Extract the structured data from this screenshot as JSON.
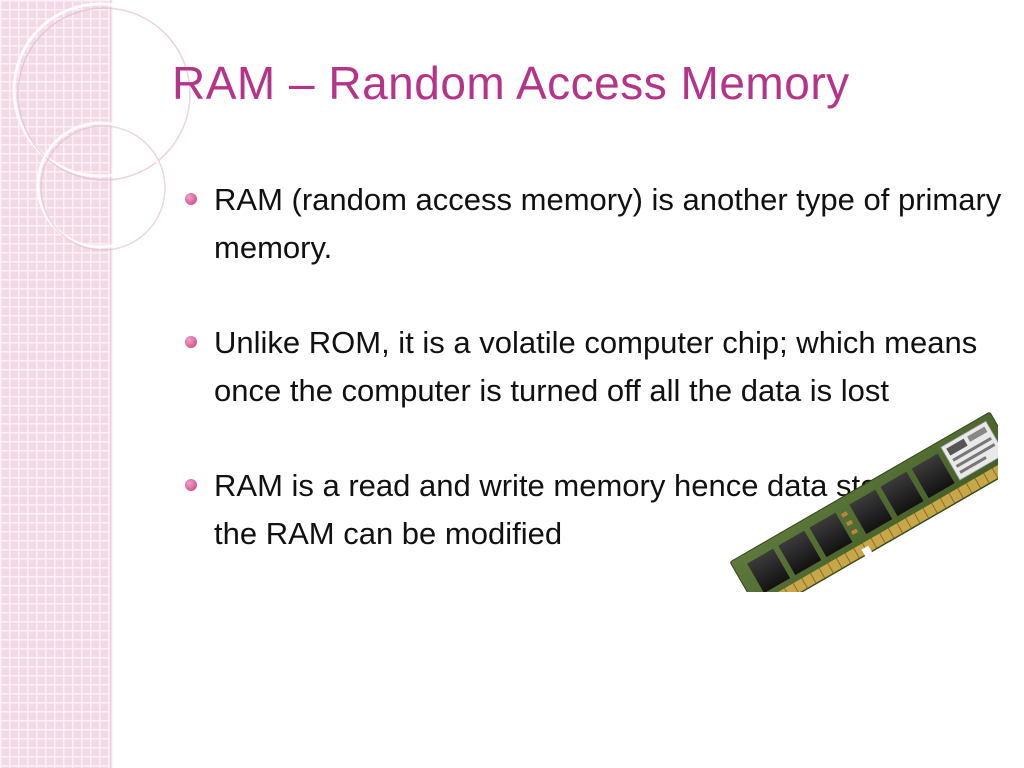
{
  "slide": {
    "title": "RAM – Random Access Memory",
    "bullets": [
      {
        "text": "RAM (random access memory) is another type of primary memory."
      },
      {
        "text": "Unlike ROM, it is a volatile computer chip; which means once the computer is turned off all the data is lost"
      },
      {
        "text": "RAM is a read and write memory hence data stored on the RAM can be modified"
      }
    ]
  },
  "image": {
    "icon": "ram-module-icon"
  },
  "colors": {
    "title": "#b6338a",
    "bullet": "#d25993",
    "side_band": "#f3d9e6",
    "text": "#111111"
  }
}
